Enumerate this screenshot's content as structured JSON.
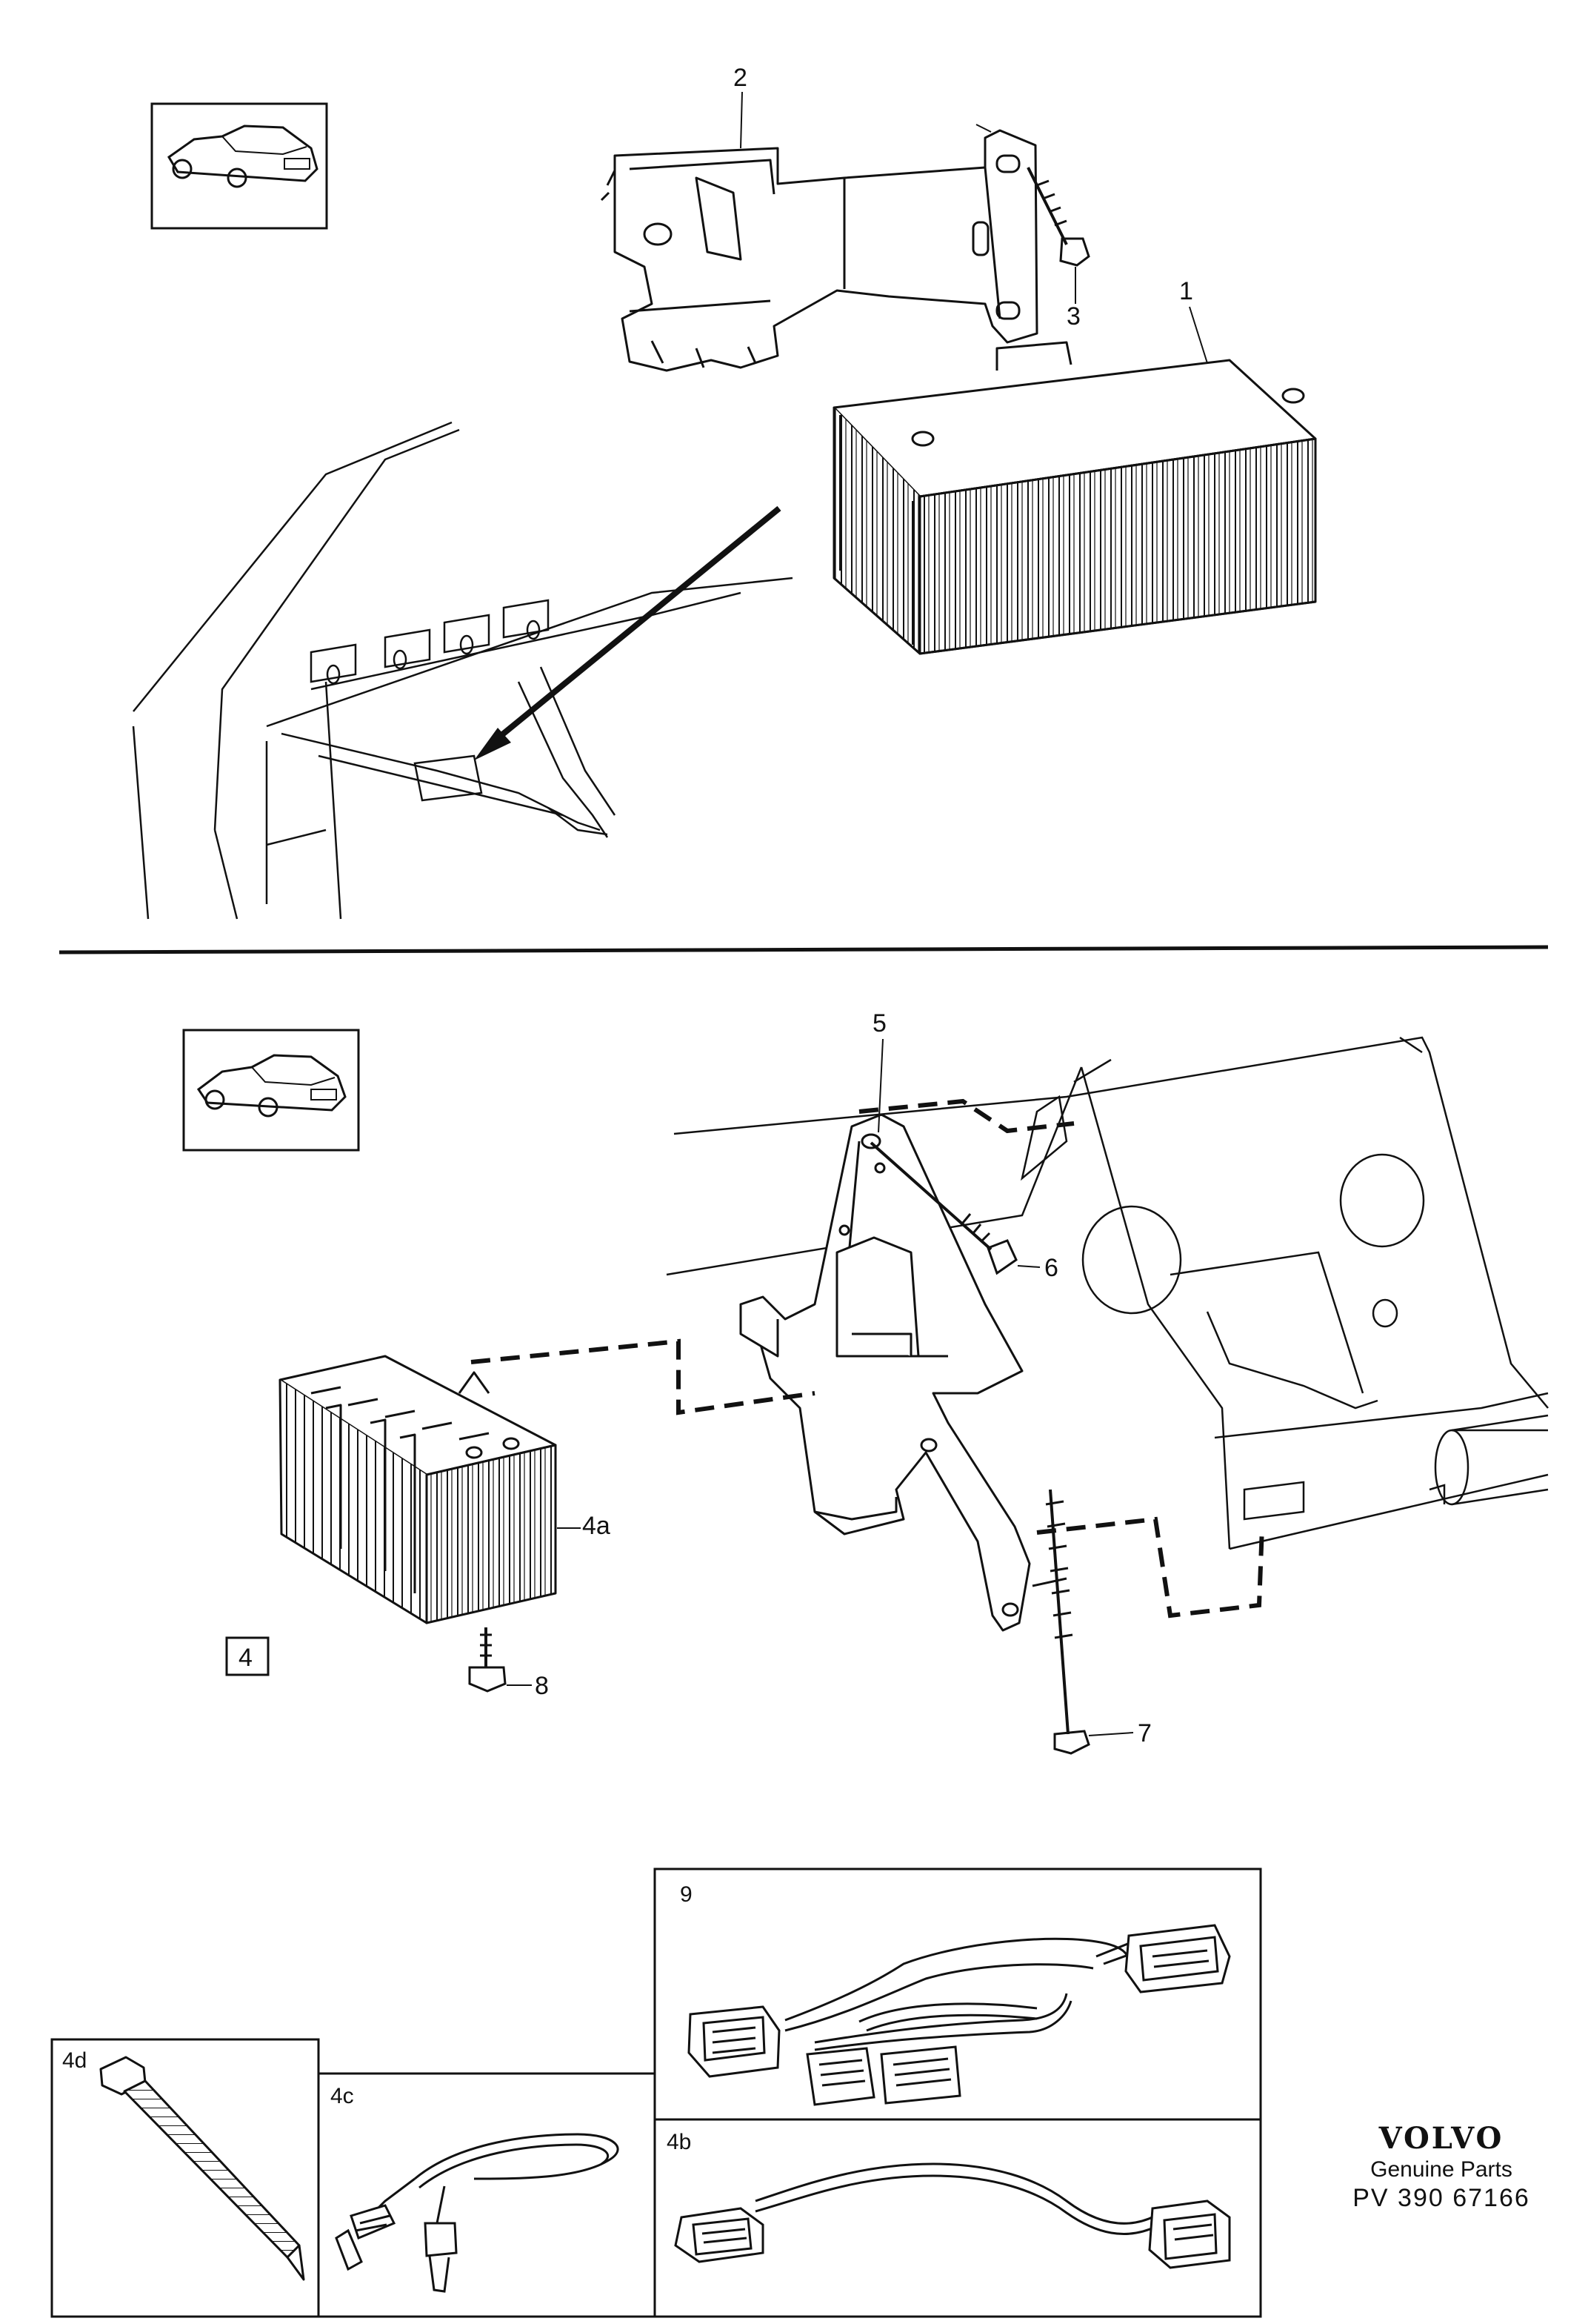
{
  "callouts": {
    "c1": "1",
    "c2": "2",
    "c3": "3",
    "c4": "4",
    "c4a": "4a",
    "c4b": "4b",
    "c4c": "4c",
    "c4d": "4d",
    "c5": "5",
    "c6": "6",
    "c7": "7",
    "c8": "8",
    "c9": "9"
  },
  "brand": {
    "logo": "VOLVO",
    "subtitle": "Genuine Parts",
    "part_number": "PV 390 67166"
  },
  "icons": [
    "car-sedan-icon",
    "car-sedan-icon"
  ],
  "colors": {
    "ink": "#111111",
    "background": "#ffffff"
  }
}
